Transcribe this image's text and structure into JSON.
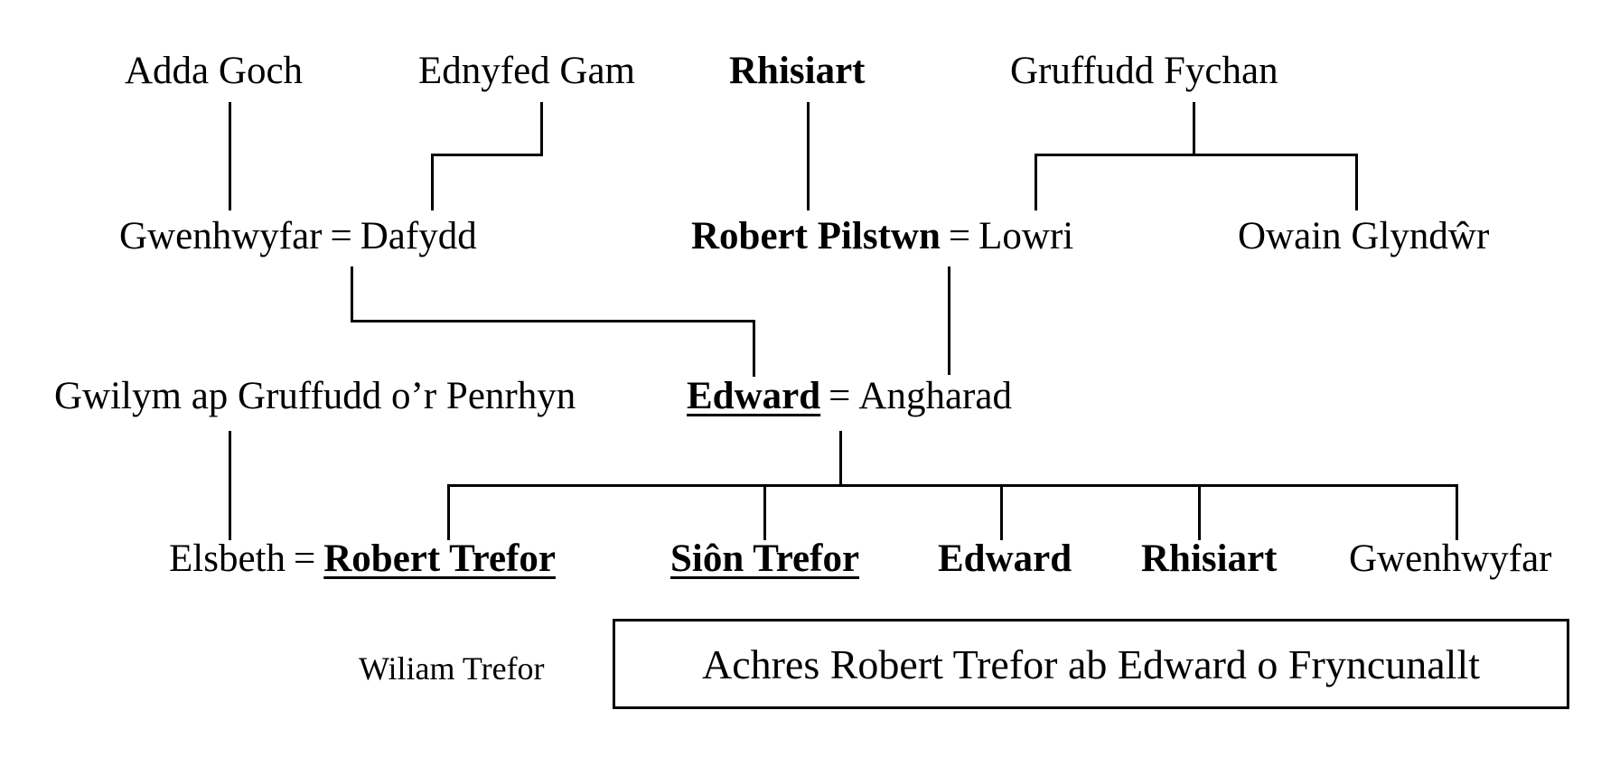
{
  "symbols": {
    "equals": "="
  },
  "gen1": {
    "adda_goch": "Adda Goch",
    "ednyfed_gam": "Ednyfed Gam",
    "rhisiart": "Rhisiart",
    "gruffudd_fychan": "Gruffudd Fychan"
  },
  "gen2": {
    "gwenhwyfar": "Gwenhwyfar",
    "dafydd": "Dafydd",
    "robert_pilstwn": "Robert Pilstwn",
    "lowri": "Lowri",
    "owain_glyndwr": "Owain Glyndŵr"
  },
  "gen3": {
    "gwilym": "Gwilym ap Gruffudd o’r Penrhyn",
    "edward": "Edward",
    "angharad": "Angharad"
  },
  "gen4": {
    "elsbeth": "Elsbeth",
    "robert_trefor": "Robert Trefor",
    "sion_trefor": "Siôn Trefor",
    "edward": "Edward",
    "rhisiart": "Rhisiart",
    "gwenhwyfar": "Gwenhwyfar"
  },
  "gen5": {
    "wiliam_trefor": "Wiliam Trefor"
  },
  "caption": {
    "text": "Achres Robert Trefor ab Edward o Fryncunallt"
  },
  "colors": {
    "background": "#ffffff",
    "text": "#000000",
    "line": "#000000"
  }
}
